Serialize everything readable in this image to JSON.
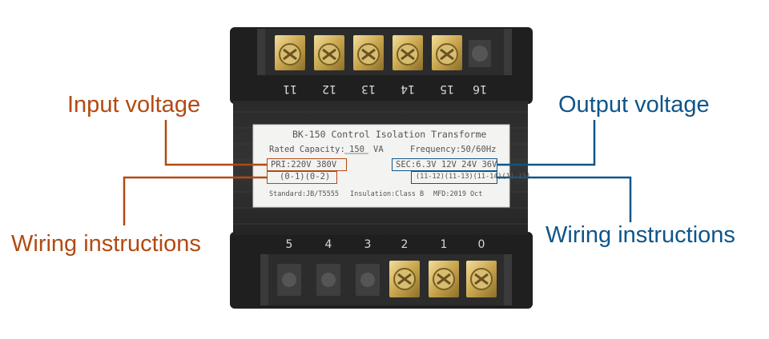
{
  "callouts": {
    "input_voltage": "Input voltage",
    "output_voltage": "Output voltage",
    "wiring_left": "Wiring instructions",
    "wiring_right": "Wiring instructions"
  },
  "nameplate": {
    "title": "BK-150 Control Isolation Transforme",
    "rated_label": "Rated Capacity:",
    "rated_value": "150",
    "rated_unit": "VA",
    "frequency": "Frequency:50/60Hz",
    "primary": "PRI:220V 380V",
    "primary_wiring": "(0-1)(0-2)",
    "secondary": "SEC:6.3V 12V 24V 36V",
    "secondary_wiring": "(11-12)(11-13)(11-14)(11-15)",
    "standard": "Standard:JB/T5555",
    "insulation": "Insulation:Class B",
    "mfd": "MFD:2019 Oct"
  },
  "top_terminals": [
    "11",
    "12",
    "13",
    "14",
    "15",
    "16"
  ],
  "bottom_terminals": [
    "5",
    "4",
    "3",
    "2",
    "1",
    "0"
  ],
  "colors": {
    "input_accent": "#b24a12",
    "output_accent": "#0f5589"
  }
}
